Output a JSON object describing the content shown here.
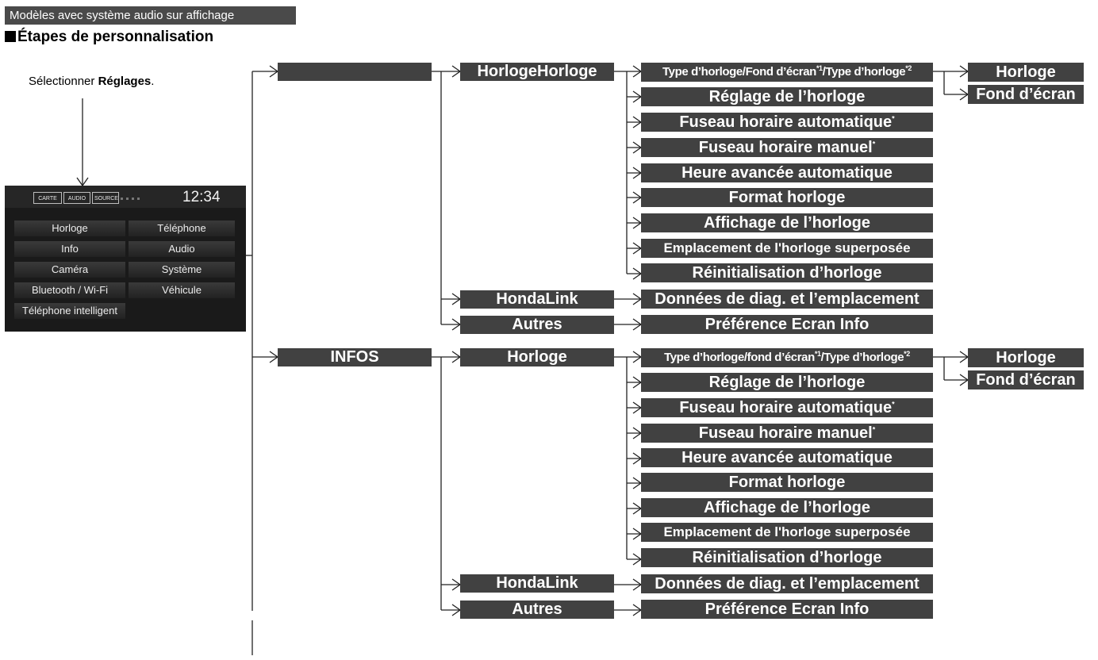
{
  "header": "Modèles avec système audio sur affichage",
  "section_title": "Étapes de personnalisation",
  "instruction": {
    "prefix": "Sélectionner ",
    "bold": "Réglages",
    "suffix": "."
  },
  "screen": {
    "tabs": [
      "CARTE",
      "AUDIO",
      "SOURCE"
    ],
    "time": "12:34",
    "menu": [
      "Horloge",
      "Téléphone",
      "Info",
      "Audio",
      "Caméra",
      "Système",
      "Bluetooth / Wi-Fi",
      "Véhicule",
      "Téléphone intelligent"
    ]
  },
  "diagram": {
    "group1": {
      "level1": "",
      "level2": [
        "HorlogeHorloge",
        "HondaLink",
        "Autres"
      ],
      "clock_items": [
        "Type d’horloge/Fond d’écran",
        "Réglage de l’horloge",
        "Fuseau horaire automatique",
        "Fuseau horaire manuel",
        "Heure avancée automatique",
        "Format horloge",
        "Affichage de l’horloge",
        "Emplacement de l'horloge superposée",
        "Réinitialisation d’horloge"
      ],
      "type_label_tail": "Type d’horloge",
      "type_children": [
        "Horloge",
        "Fond d’écran"
      ],
      "hondalink_item": "Données de diag. et l’emplacement",
      "autres_item": "Préférence Ecran Info"
    },
    "group2": {
      "level1": "INFOS",
      "level2": [
        "Horloge",
        "HondaLink",
        "Autres"
      ],
      "clock_items": [
        "Type d’horloge/fond d’écran",
        "Réglage de l’horloge",
        "Fuseau horaire automatique",
        "Fuseau horaire manuel",
        "Heure avancée automatique",
        "Format horloge",
        "Affichage de l’horloge",
        "Emplacement de l'horloge superposée",
        "Réinitialisation d’horloge"
      ],
      "type_label_tail": "Type d’horloge",
      "type_children": [
        "Horloge",
        "Fond d’écran"
      ],
      "hondalink_item": "Données de diag. et l’emplacement",
      "autres_item": "Préférence Ecran Info"
    },
    "footnotes": {
      "star": "*",
      "one": "*1",
      "two": "*2"
    }
  }
}
